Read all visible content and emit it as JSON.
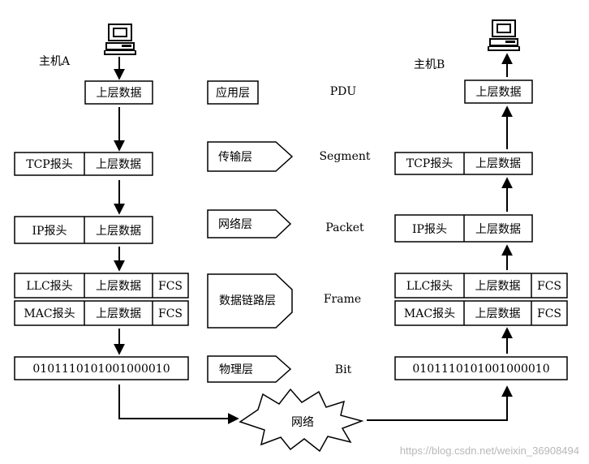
{
  "hosts": {
    "a": {
      "label": "主机A"
    },
    "b": {
      "label": "主机B"
    }
  },
  "stack": {
    "application": {
      "data": "上层数据"
    },
    "transport": {
      "header": "TCP报头",
      "data": "上层数据"
    },
    "network": {
      "header": "IP报头",
      "data": "上层数据"
    },
    "llc": {
      "header": "LLC报头",
      "data": "上层数据",
      "trailer": "FCS"
    },
    "mac": {
      "header": "MAC报头",
      "data": "上层数据",
      "trailer": "FCS"
    },
    "physical": {
      "bits": "0101110101001000010"
    }
  },
  "layers": [
    {
      "name": "应用层",
      "pdu": "PDU"
    },
    {
      "name": "传输层",
      "pdu": "Segment"
    },
    {
      "name": "网络层",
      "pdu": "Packet"
    },
    {
      "name": "数据链路层",
      "pdu": "Frame"
    },
    {
      "name": "物理层",
      "pdu": "Bit"
    }
  ],
  "network": {
    "label": "网络"
  },
  "watermark": "https://blog.csdn.net/weixin_36908494"
}
